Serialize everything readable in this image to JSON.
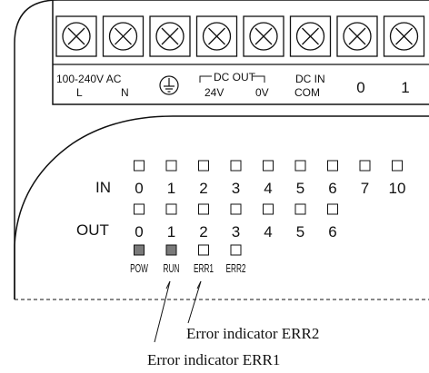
{
  "terminal_block": {
    "screw_count": 8,
    "labels": {
      "ac_line": "100-240V AC",
      "ac_l": "L",
      "ac_n": "N",
      "dc_out": "DC OUT",
      "dc_24v": "24V",
      "dc_0v": "0V",
      "dc_in": "DC IN",
      "dc_com": "COM",
      "t0": "0",
      "t1": "1"
    }
  },
  "indicators": {
    "input_label": "IN",
    "inputs": [
      "0",
      "1",
      "2",
      "3",
      "4",
      "5",
      "6",
      "7",
      "10"
    ],
    "output_label": "OUT",
    "outputs": [
      "0",
      "1",
      "2",
      "3",
      "4",
      "5",
      "6"
    ],
    "status_leds": [
      {
        "label": "POW",
        "lit": true
      },
      {
        "label": "RUN",
        "lit": true
      },
      {
        "label": "ERR1",
        "lit": false
      },
      {
        "label": "ERR2",
        "lit": false
      }
    ],
    "led_lit_color": "#7a7a7a",
    "led_off_color": "#ffffff"
  },
  "callouts": {
    "err2": "Error indicator ERR2",
    "err1": "Error indicator ERR1"
  }
}
